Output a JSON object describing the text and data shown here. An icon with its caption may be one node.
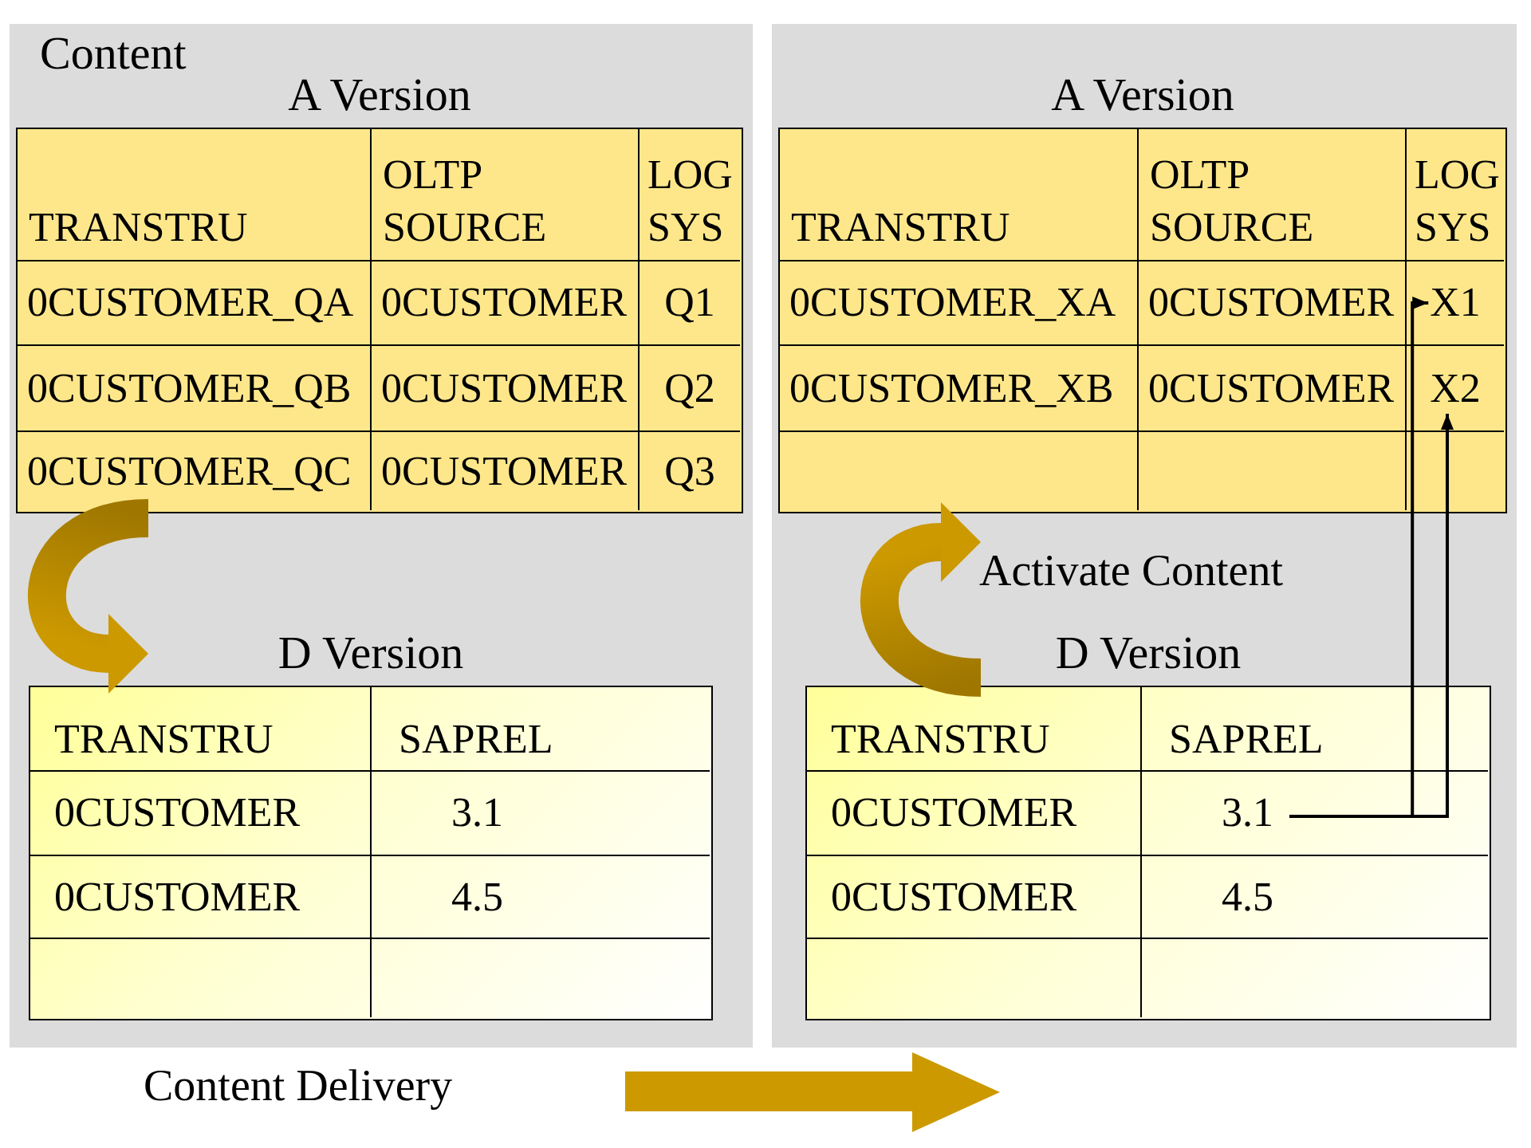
{
  "diagram": {
    "nodes": [
      {
        "text": [
          "Content"
        ]
      },
      {
        "text": [
          "A Version"
        ],
        "in": 0
      },
      {
        "text": [
          "TRANSTRU"
        ],
        "in": 1
      },
      {
        "text": [
          "OLTP SOURCE"
        ],
        "in": 1
      },
      {
        "text": [
          "LOG SYS"
        ],
        "in": 1
      },
      {
        "text": [
          "0CUSTOMER_QA"
        ],
        "in": 1
      },
      {
        "text": [
          "0CUSTOMER"
        ],
        "in": 1
      },
      {
        "text": [
          "Q1"
        ],
        "in": 1
      },
      {
        "text": [
          "0CUSTOMER_QB"
        ],
        "in": 1
      },
      {
        "text": [
          "0CUSTOMER"
        ],
        "in": 1
      },
      {
        "text": [
          "Q2"
        ],
        "in": 1
      },
      {
        "text": [
          "0CUSTOMER_QC"
        ],
        "in": 1
      },
      {
        "text": [
          "0CUSTOMER"
        ],
        "in": 1
      },
      {
        "text": [
          "Q3"
        ],
        "in": 1
      },
      {
        "text": [
          "D Version"
        ],
        "in": 0
      },
      {
        "text": [
          "TRANSTRU"
        ],
        "in": 14
      },
      {
        "text": [
          "SAPREL"
        ],
        "in": 14
      },
      {
        "text": [
          "0CUSTOMER"
        ],
        "in": 14
      },
      {
        "text": [
          "3.1"
        ],
        "in": 14
      },
      {
        "text": [
          "0CUSTOMER"
        ],
        "in": 14
      },
      {
        "text": [
          "4.5"
        ],
        "in": 14
      },
      {
        "text": [],
        "shape": "box"
      },
      {
        "text": [
          "A Version"
        ],
        "in": 21
      },
      {
        "text": [
          "TRANSTRU"
        ],
        "in": 22
      },
      {
        "text": [
          "OLTP SOURCE"
        ],
        "in": 22
      },
      {
        "text": [
          "LOG SYS"
        ],
        "in": 22
      },
      {
        "text": [
          "0CUSTOMER_XA"
        ],
        "in": 22
      },
      {
        "text": [
          "0CUSTOMER"
        ],
        "in": 22
      },
      {
        "text": [
          "X1"
        ],
        "in": 22
      },
      {
        "text": [
          "0CUSTOMER_XB"
        ],
        "in": 22
      },
      {
        "text": [
          "0CUSTOMER"
        ],
        "in": 22
      },
      {
        "text": [
          "X2"
        ],
        "in": 22
      },
      {
        "text": [
          "D Version"
        ],
        "in": 21
      },
      {
        "text": [
          "TRANSTRU"
        ],
        "in": 32
      },
      {
        "text": [
          "SAPREL"
        ],
        "in": 32
      },
      {
        "text": [
          "0CUSTOMER"
        ],
        "in": 32
      },
      {
        "text": [
          "3.1"
        ],
        "in": 32
      },
      {
        "text": [
          "0CUSTOMER"
        ],
        "in": 32
      },
      {
        "text": [
          "4.5"
        ],
        "in": 32
      }
    ],
    "edges": [
      {
        "from": 1,
        "to": 14,
        "arrow": "to",
        "style": "thick",
        "color": "#cc9900"
      },
      {
        "from": 32,
        "to": 22,
        "arrow": "to",
        "label": "Activate Content",
        "style": "thick",
        "color": "#cc9900"
      },
      {
        "from": 36,
        "to": 28,
        "arrow": "to"
      },
      {
        "from": 36,
        "to": 31,
        "arrow": "to"
      }
    ],
    "labels": [
      "Content Delivery"
    ]
  }
}
